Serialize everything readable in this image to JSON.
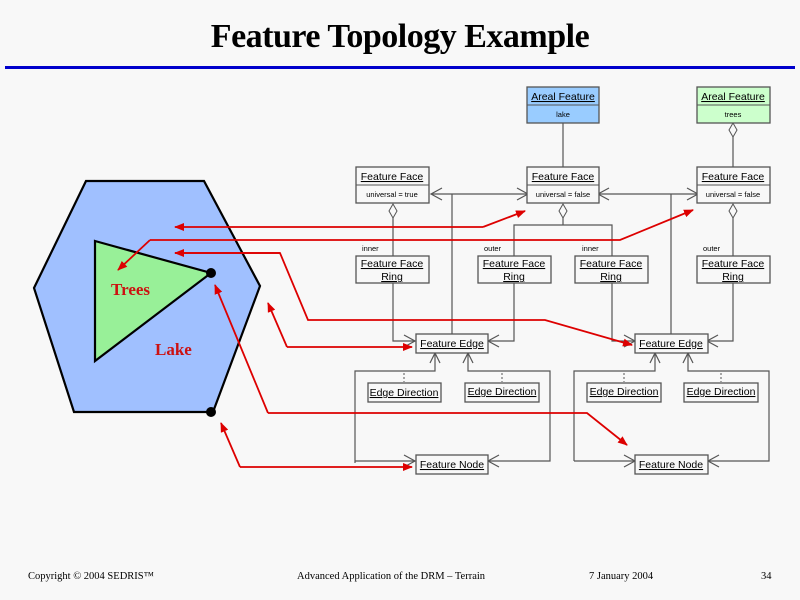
{
  "slide": {
    "title": "Feature Topology Example",
    "page_number": "34"
  },
  "colors": {
    "title_rule": "#0000cc",
    "lake_fill": "#a0c0ff",
    "trees_fill": "#98f098",
    "lake_feature_fill": "#99ccff",
    "trees_feature_fill": "#ccffcc",
    "reference_arrow": "#dd0000"
  },
  "illustration": {
    "trees_label": "Trees",
    "lake_label": "Lake"
  },
  "uml": {
    "areal_lake": {
      "name": "Areal Feature",
      "attr": "lake"
    },
    "areal_trees": {
      "name": "Areal Feature",
      "attr": "trees"
    },
    "face_universal": {
      "name": "Feature Face",
      "attr": "universal = true"
    },
    "face_lake": {
      "name": "Feature Face",
      "attr": "universal = false"
    },
    "face_trees": {
      "name": "Feature Face",
      "attr": "universal = false"
    },
    "rings": [
      {
        "role": "inner",
        "line1": "Feature Face",
        "line2": "Ring"
      },
      {
        "role": "outer",
        "line1": "Feature Face",
        "line2": "Ring"
      },
      {
        "role": "inner",
        "line1": "Feature Face",
        "line2": "Ring"
      },
      {
        "role": "outer",
        "line1": "Feature Face",
        "line2": "Ring"
      }
    ],
    "edge_left": "Feature Edge",
    "edge_right": "Feature Edge",
    "edge_directions": [
      "Edge Direction",
      "Edge Direction",
      "Edge Direction",
      "Edge Direction"
    ],
    "node_left": "Feature Node",
    "node_right": "Feature Node"
  },
  "footer": {
    "copyright": "Copyright © 2004 SEDRIS™",
    "course": "Advanced Application of the DRM – Terrain",
    "date": "7 January 2004"
  }
}
